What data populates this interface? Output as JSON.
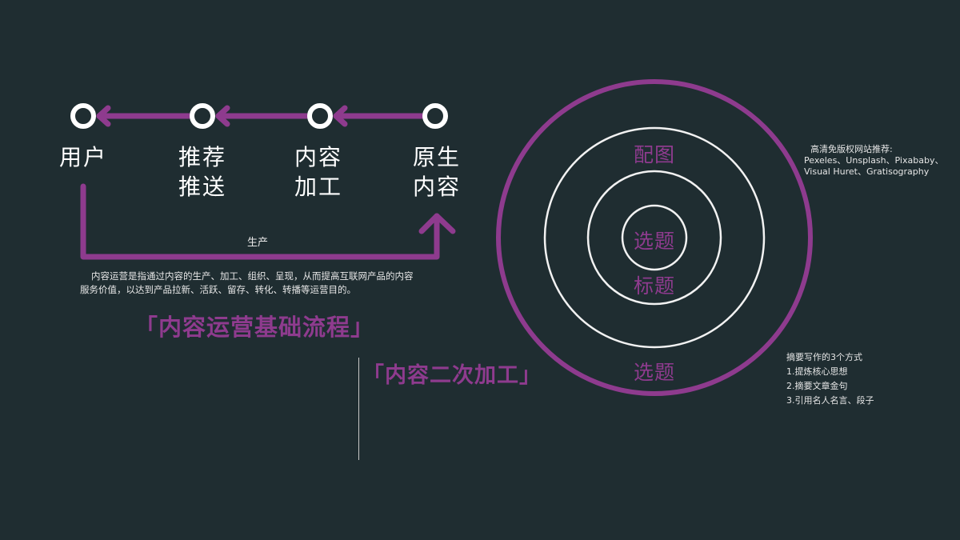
{
  "theme": {
    "background": "#1f2d31",
    "accent": "#8e3b8e",
    "text": "#ffffff"
  },
  "flow": {
    "nodes": [
      {
        "id": "user",
        "lines": [
          "用户"
        ]
      },
      {
        "id": "recommend",
        "lines": [
          "推荐",
          "推送"
        ]
      },
      {
        "id": "process",
        "lines": [
          "内容",
          "加工"
        ]
      },
      {
        "id": "original",
        "lines": [
          "原生",
          "内容"
        ]
      }
    ],
    "loop_label": "生产",
    "description_line1": "内容运营是指通过内容的生产、加工、组织、呈现，从而提高互联网产品的内容",
    "description_line2": "服务价值，以达到产品拉新、活跃、留存、转化、转播等运营目的。",
    "title": "「内容运营基础流程」"
  },
  "rings": {
    "title": "「内容二次加工」",
    "labels": {
      "top": "配图",
      "center": "选题",
      "middle": "标题",
      "bottom": "选题"
    }
  },
  "image_sites": {
    "heading": "高清免版权网站推荐:",
    "line1": "Pexeles、Unsplash、Pixababy、",
    "line2": "Visual Huret、Gratisography"
  },
  "summary_methods": {
    "heading": "摘要写作的3个方式",
    "items": [
      "1.提炼核心思想",
      "2.摘要文章金句",
      "3.引用名人名言、段子"
    ]
  }
}
